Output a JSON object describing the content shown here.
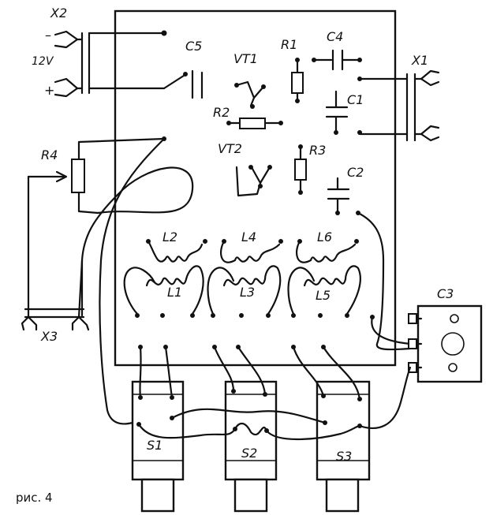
{
  "caption": "рис. 4",
  "labels": {
    "x1": "X1",
    "x2": "X2",
    "x3": "X3",
    "v12": "12V",
    "minus": "–",
    "plus": "+",
    "c1": "C1",
    "c2": "C2",
    "c3": "C3",
    "c4": "C4",
    "c5": "C5",
    "r1": "R1",
    "r2": "R2",
    "r3": "R3",
    "r4": "R4",
    "vt1": "VT1",
    "vt2": "VT2",
    "l1": "L1",
    "l2": "L2",
    "l3": "L3",
    "l4": "L4",
    "l5": "L5",
    "l6": "L6",
    "s1": "S1",
    "s2": "S2",
    "s3": "S3"
  },
  "colors": {
    "ink": "#111111",
    "paper": "#ffffff"
  }
}
